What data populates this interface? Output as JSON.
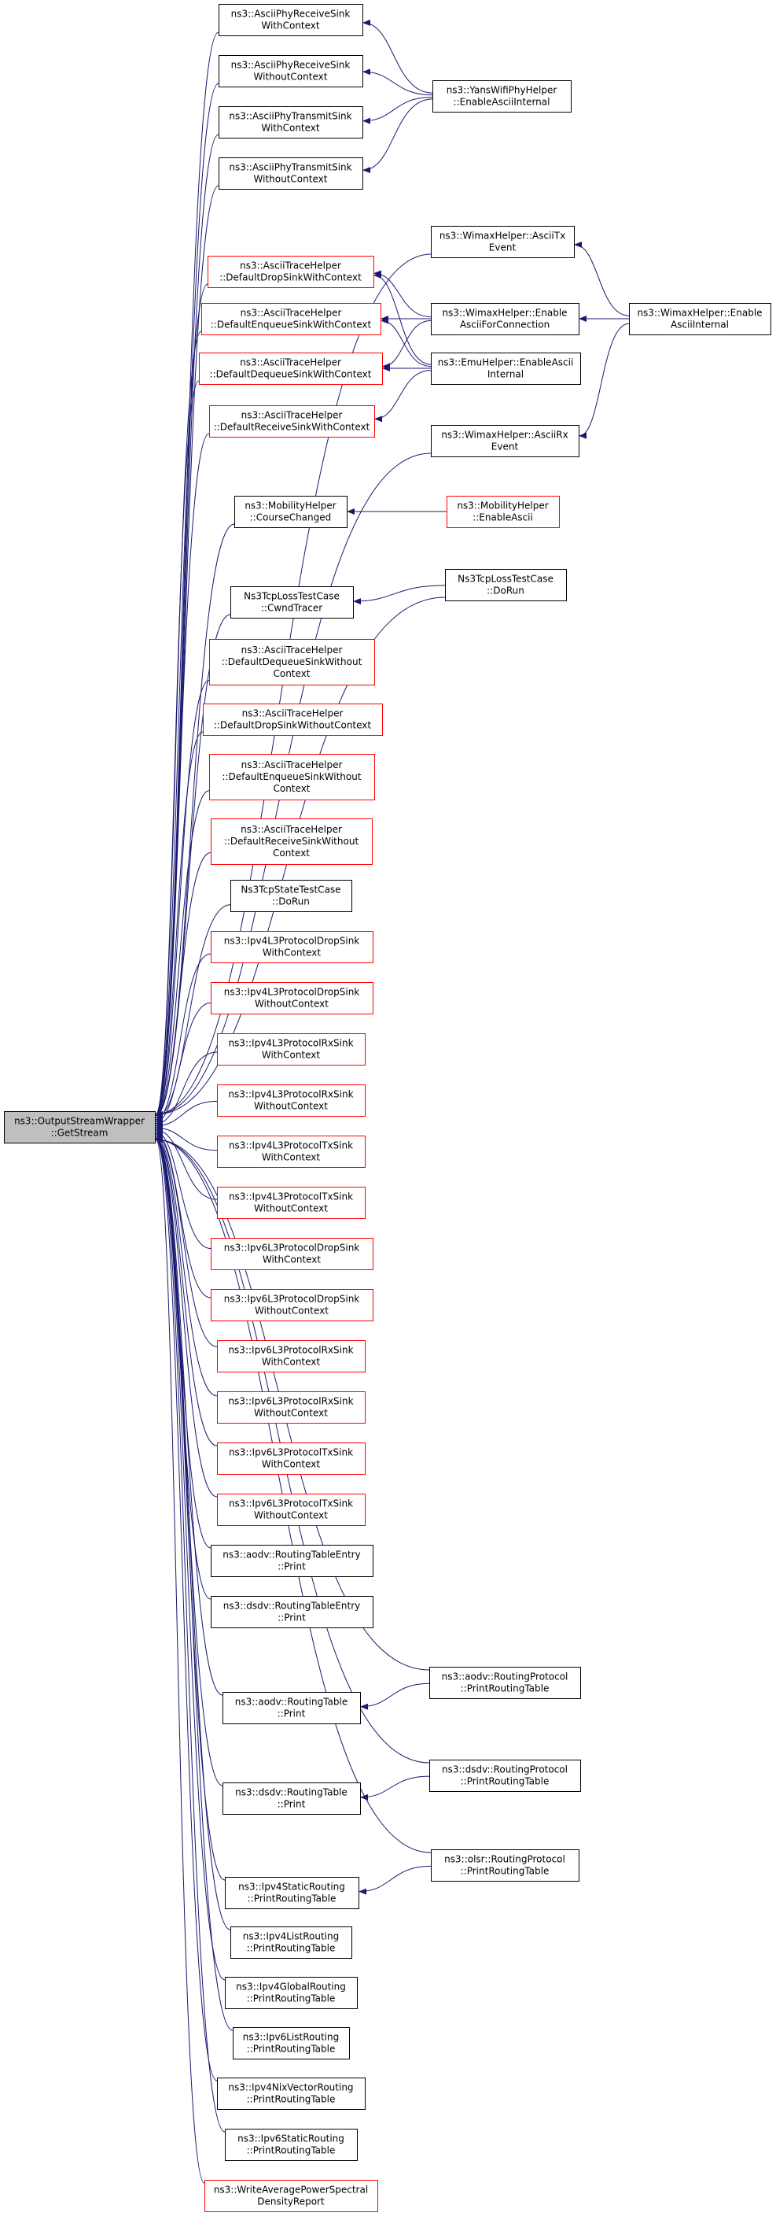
{
  "root": {
    "id": "root",
    "lines": [
      "ns3::OutputStreamWrapper",
      "::GetStream"
    ],
    "highlighted": true
  },
  "nodes": [
    {
      "id": "n_asciiphyrecv_wc",
      "lines": [
        "ns3::AsciiPhyReceiveSink",
        "WithContext"
      ],
      "border": "black"
    },
    {
      "id": "n_asciiphyrecv_woc",
      "lines": [
        "ns3::AsciiPhyReceiveSink",
        "WithoutContext"
      ],
      "border": "black"
    },
    {
      "id": "n_asciiphytx_wc",
      "lines": [
        "ns3::AsciiPhyTransmitSink",
        "WithContext"
      ],
      "border": "black"
    },
    {
      "id": "n_asciiphytx_woc",
      "lines": [
        "ns3::AsciiPhyTransmitSink",
        "WithoutContext"
      ],
      "border": "black"
    },
    {
      "id": "n_yans",
      "lines": [
        "ns3::YansWifiPhyHelper",
        "::EnableAsciiInternal"
      ],
      "border": "black"
    },
    {
      "id": "n_wimax_asciitx",
      "lines": [
        "ns3::WimaxHelper::AsciiTx",
        "Event"
      ],
      "border": "black"
    },
    {
      "id": "n_drop_wc",
      "lines": [
        "ns3::AsciiTraceHelper",
        "::DefaultDropSinkWithContext"
      ],
      "border": "red"
    },
    {
      "id": "n_enq_wc",
      "lines": [
        "ns3::AsciiTraceHelper",
        "::DefaultEnqueueSinkWithContext"
      ],
      "border": "red"
    },
    {
      "id": "n_deq_wc",
      "lines": [
        "ns3::AsciiTraceHelper",
        "::DefaultDequeueSinkWithContext"
      ],
      "border": "red"
    },
    {
      "id": "n_recv_wc",
      "lines": [
        "ns3::AsciiTraceHelper",
        "::DefaultReceiveSinkWithContext"
      ],
      "border": "red"
    },
    {
      "id": "n_wimax_enable_conn",
      "lines": [
        "ns3::WimaxHelper::Enable",
        "AsciiForConnection"
      ],
      "border": "black"
    },
    {
      "id": "n_wimax_enable_internal",
      "lines": [
        "ns3::WimaxHelper::Enable",
        "AsciiInternal"
      ],
      "border": "black"
    },
    {
      "id": "n_emu",
      "lines": [
        "ns3::EmuHelper::EnableAscii",
        "Internal"
      ],
      "border": "black"
    },
    {
      "id": "n_wimax_asciirx",
      "lines": [
        "ns3::WimaxHelper::AsciiRx",
        "Event"
      ],
      "border": "black"
    },
    {
      "id": "n_mob_course",
      "lines": [
        "ns3::MobilityHelper",
        "::CourseChanged"
      ],
      "border": "black"
    },
    {
      "id": "n_mob_enable",
      "lines": [
        "ns3::MobilityHelper",
        "::EnableAscii"
      ],
      "border": "red"
    },
    {
      "id": "n_tcploss_cwnd",
      "lines": [
        "Ns3TcpLossTestCase",
        "::CwndTracer"
      ],
      "border": "black"
    },
    {
      "id": "n_tcploss_dorun",
      "lines": [
        "Ns3TcpLossTestCase",
        "::DoRun"
      ],
      "border": "black"
    },
    {
      "id": "n_deq_woc",
      "lines": [
        "ns3::AsciiTraceHelper",
        "::DefaultDequeueSinkWithout",
        "Context"
      ],
      "border": "red"
    },
    {
      "id": "n_drop_woc",
      "lines": [
        "ns3::AsciiTraceHelper",
        "::DefaultDropSinkWithoutContext"
      ],
      "border": "red"
    },
    {
      "id": "n_enq_woc",
      "lines": [
        "ns3::AsciiTraceHelper",
        "::DefaultEnqueueSinkWithout",
        "Context"
      ],
      "border": "red"
    },
    {
      "id": "n_recv_woc",
      "lines": [
        "ns3::AsciiTraceHelper",
        "::DefaultReceiveSinkWithout",
        "Context"
      ],
      "border": "red"
    },
    {
      "id": "n_tcpstate",
      "lines": [
        "Ns3TcpStateTestCase",
        "::DoRun"
      ],
      "border": "black"
    },
    {
      "id": "n_ipv4_drop_wc",
      "lines": [
        "ns3::Ipv4L3ProtocolDropSink",
        "WithContext"
      ],
      "border": "red"
    },
    {
      "id": "n_ipv4_drop_woc",
      "lines": [
        "ns3::Ipv4L3ProtocolDropSink",
        "WithoutContext"
      ],
      "border": "red"
    },
    {
      "id": "n_ipv4_rx_wc",
      "lines": [
        "ns3::Ipv4L3ProtocolRxSink",
        "WithContext"
      ],
      "border": "red"
    },
    {
      "id": "n_ipv4_rx_woc",
      "lines": [
        "ns3::Ipv4L3ProtocolRxSink",
        "WithoutContext"
      ],
      "border": "red"
    },
    {
      "id": "n_ipv4_tx_wc",
      "lines": [
        "ns3::Ipv4L3ProtocolTxSink",
        "WithContext"
      ],
      "border": "red"
    },
    {
      "id": "n_ipv4_tx_woc",
      "lines": [
        "ns3::Ipv4L3ProtocolTxSink",
        "WithoutContext"
      ],
      "border": "red"
    },
    {
      "id": "n_ipv6_drop_wc",
      "lines": [
        "ns3::Ipv6L3ProtocolDropSink",
        "WithContext"
      ],
      "border": "red"
    },
    {
      "id": "n_ipv6_drop_woc",
      "lines": [
        "ns3::Ipv6L3ProtocolDropSink",
        "WithoutContext"
      ],
      "border": "red"
    },
    {
      "id": "n_ipv6_rx_wc",
      "lines": [
        "ns3::Ipv6L3ProtocolRxSink",
        "WithContext"
      ],
      "border": "red"
    },
    {
      "id": "n_ipv6_rx_woc",
      "lines": [
        "ns3::Ipv6L3ProtocolRxSink",
        "WithoutContext"
      ],
      "border": "red"
    },
    {
      "id": "n_ipv6_tx_wc",
      "lines": [
        "ns3::Ipv6L3ProtocolTxSink",
        "WithContext"
      ],
      "border": "red"
    },
    {
      "id": "n_ipv6_tx_woc",
      "lines": [
        "ns3::Ipv6L3ProtocolTxSink",
        "WithoutContext"
      ],
      "border": "red"
    },
    {
      "id": "n_aodv_entry",
      "lines": [
        "ns3::aodv::RoutingTableEntry",
        "::Print"
      ],
      "border": "black"
    },
    {
      "id": "n_dsdv_entry",
      "lines": [
        "ns3::dsdv::RoutingTableEntry",
        "::Print"
      ],
      "border": "black"
    },
    {
      "id": "n_aodv_proto",
      "lines": [
        "ns3::aodv::RoutingProtocol",
        "::PrintRoutingTable"
      ],
      "border": "black"
    },
    {
      "id": "n_aodv_table",
      "lines": [
        "ns3::aodv::RoutingTable",
        "::Print"
      ],
      "border": "black"
    },
    {
      "id": "n_dsdv_proto",
      "lines": [
        "ns3::dsdv::RoutingProtocol",
        "::PrintRoutingTable"
      ],
      "border": "black"
    },
    {
      "id": "n_dsdv_table",
      "lines": [
        "ns3::dsdv::RoutingTable",
        "::Print"
      ],
      "border": "black"
    },
    {
      "id": "n_olsr_proto",
      "lines": [
        "ns3::olsr::RoutingProtocol",
        "::PrintRoutingTable"
      ],
      "border": "black"
    },
    {
      "id": "n_ipv4static",
      "lines": [
        "ns3::Ipv4StaticRouting",
        "::PrintRoutingTable"
      ],
      "border": "black"
    },
    {
      "id": "n_ipv4list",
      "lines": [
        "ns3::Ipv4ListRouting",
        "::PrintRoutingTable"
      ],
      "border": "black"
    },
    {
      "id": "n_ipv4global",
      "lines": [
        "ns3::Ipv4GlobalRouting",
        "::PrintRoutingTable"
      ],
      "border": "black"
    },
    {
      "id": "n_ipv6list",
      "lines": [
        "ns3::Ipv6ListRouting",
        "::PrintRoutingTable"
      ],
      "border": "black"
    },
    {
      "id": "n_ipv4nix",
      "lines": [
        "ns3::Ipv4NixVectorRouting",
        "::PrintRoutingTable"
      ],
      "border": "black"
    },
    {
      "id": "n_ipv6static",
      "lines": [
        "ns3::Ipv6StaticRouting",
        "::PrintRoutingTable"
      ],
      "border": "black"
    },
    {
      "id": "n_writeavg",
      "lines": [
        "ns3::WriteAveragePowerSpectral",
        "DensityReport"
      ],
      "border": "red"
    }
  ],
  "edges": [
    {
      "from": "n_asciiphyrecv_wc",
      "to": "root"
    },
    {
      "from": "n_asciiphyrecv_woc",
      "to": "root"
    },
    {
      "from": "n_asciiphytx_wc",
      "to": "root"
    },
    {
      "from": "n_asciiphytx_woc",
      "to": "root"
    },
    {
      "from": "n_wimax_asciitx",
      "to": "root"
    },
    {
      "from": "n_drop_wc",
      "to": "root"
    },
    {
      "from": "n_enq_wc",
      "to": "root"
    },
    {
      "from": "n_deq_wc",
      "to": "root"
    },
    {
      "from": "n_recv_wc",
      "to": "root"
    },
    {
      "from": "n_wimax_asciirx",
      "to": "root"
    },
    {
      "from": "n_mob_course",
      "to": "root"
    },
    {
      "from": "n_tcploss_dorun",
      "to": "root"
    },
    {
      "from": "n_tcploss_cwnd",
      "to": "root"
    },
    {
      "from": "n_deq_woc",
      "to": "root"
    },
    {
      "from": "n_drop_woc",
      "to": "root"
    },
    {
      "from": "n_enq_woc",
      "to": "root"
    },
    {
      "from": "n_recv_woc",
      "to": "root"
    },
    {
      "from": "n_tcpstate",
      "to": "root"
    },
    {
      "from": "n_ipv4_drop_wc",
      "to": "root"
    },
    {
      "from": "n_ipv4_drop_woc",
      "to": "root"
    },
    {
      "from": "n_ipv4_rx_wc",
      "to": "root"
    },
    {
      "from": "n_ipv4_rx_woc",
      "to": "root"
    },
    {
      "from": "n_ipv4_tx_wc",
      "to": "root"
    },
    {
      "from": "n_ipv4_tx_woc",
      "to": "root"
    },
    {
      "from": "n_ipv6_drop_wc",
      "to": "root"
    },
    {
      "from": "n_ipv6_drop_woc",
      "to": "root"
    },
    {
      "from": "n_ipv6_rx_wc",
      "to": "root"
    },
    {
      "from": "n_ipv6_rx_woc",
      "to": "root"
    },
    {
      "from": "n_ipv6_tx_wc",
      "to": "root"
    },
    {
      "from": "n_ipv6_tx_woc",
      "to": "root"
    },
    {
      "from": "n_aodv_entry",
      "to": "root"
    },
    {
      "from": "n_dsdv_entry",
      "to": "root"
    },
    {
      "from": "n_aodv_proto",
      "to": "root"
    },
    {
      "from": "n_aodv_table",
      "to": "root"
    },
    {
      "from": "n_dsdv_proto",
      "to": "root"
    },
    {
      "from": "n_dsdv_table",
      "to": "root"
    },
    {
      "from": "n_olsr_proto",
      "to": "root"
    },
    {
      "from": "n_ipv4static",
      "to": "root"
    },
    {
      "from": "n_ipv4list",
      "to": "root"
    },
    {
      "from": "n_ipv4global",
      "to": "root"
    },
    {
      "from": "n_ipv6list",
      "to": "root"
    },
    {
      "from": "n_ipv4nix",
      "to": "root"
    },
    {
      "from": "n_ipv6static",
      "to": "root"
    },
    {
      "from": "n_writeavg",
      "to": "root"
    },
    {
      "from": "n_yans",
      "to": "n_asciiphyrecv_wc"
    },
    {
      "from": "n_yans",
      "to": "n_asciiphyrecv_woc"
    },
    {
      "from": "n_yans",
      "to": "n_asciiphytx_wc"
    },
    {
      "from": "n_yans",
      "to": "n_asciiphytx_woc"
    },
    {
      "from": "n_wimax_enable_internal",
      "to": "n_wimax_asciitx"
    },
    {
      "from": "n_wimax_enable_internal",
      "to": "n_wimax_enable_conn"
    },
    {
      "from": "n_wimax_enable_internal",
      "to": "n_wimax_asciirx"
    },
    {
      "from": "n_wimax_enable_conn",
      "to": "n_drop_wc"
    },
    {
      "from": "n_wimax_enable_conn",
      "to": "n_enq_wc"
    },
    {
      "from": "n_wimax_enable_conn",
      "to": "n_deq_wc"
    },
    {
      "from": "n_emu",
      "to": "n_drop_wc"
    },
    {
      "from": "n_emu",
      "to": "n_enq_wc"
    },
    {
      "from": "n_emu",
      "to": "n_deq_wc"
    },
    {
      "from": "n_emu",
      "to": "n_recv_wc"
    },
    {
      "from": "n_mob_enable",
      "to": "n_mob_course"
    },
    {
      "from": "n_tcploss_dorun",
      "to": "n_tcploss_cwnd"
    },
    {
      "from": "n_aodv_proto",
      "to": "n_aodv_table"
    },
    {
      "from": "n_dsdv_proto",
      "to": "n_dsdv_table"
    },
    {
      "from": "n_olsr_proto",
      "to": "n_ipv4static"
    }
  ],
  "colors": {
    "edge": "#191970",
    "root_fill": "#bfbfbf",
    "node_fill": "#ffffff",
    "border_black": "#000000",
    "border_red": "#ff0000"
  }
}
